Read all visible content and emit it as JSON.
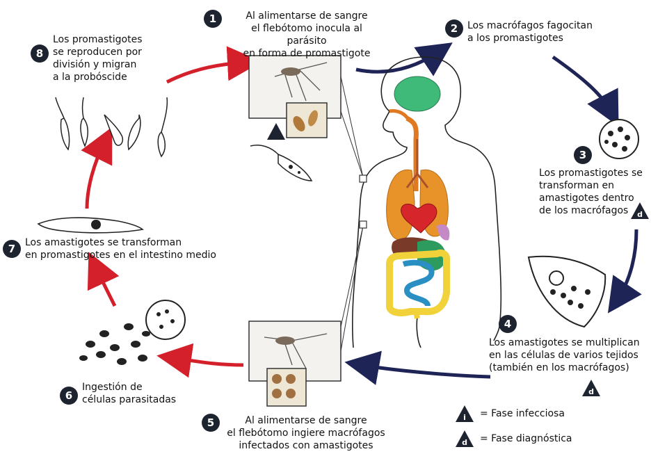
{
  "steps": [
    {
      "n": "1",
      "lines": [
        "Al alimentarse de sangre",
        "el flebótomo inocula al parásito",
        "en forma de promastigote"
      ]
    },
    {
      "n": "2",
      "lines": [
        "Los macrófagos fagocitan",
        "a los promastigotes"
      ]
    },
    {
      "n": "3",
      "lines": [
        "Los promastigotes se",
        "transforman en",
        "amastigotes dentro",
        "de los macrófagos"
      ]
    },
    {
      "n": "4",
      "lines": [
        "Los amastigotes se multiplican",
        "en las células de varios tejidos",
        "(también en los macrófagos)"
      ]
    },
    {
      "n": "5",
      "lines": [
        "Al alimentarse de sangre",
        "el flebótomo ingiere macrófagos",
        "infectados con amastigotes"
      ]
    },
    {
      "n": "6",
      "lines": [
        "Ingestión de",
        "células parasitadas"
      ]
    },
    {
      "n": "7",
      "lines": [
        "Los amastigotes se transforman",
        "en promastigotes en el intestino medio"
      ]
    },
    {
      "n": "8",
      "lines": [
        "Los promastigotes",
        "se reproducen por",
        "división y migran",
        "a la probóscide"
      ]
    }
  ],
  "legend": [
    {
      "symbol": "i",
      "label": "= Fase infecciosa"
    },
    {
      "symbol": "d",
      "label": "= Fase diagnóstica"
    }
  ],
  "colors": {
    "human_cycle_arrow": "#1f2456",
    "vector_cycle_arrow": "#d3202a",
    "number_badge": "#1d2430",
    "brain": "#3fba78",
    "lungs": "#e8932a",
    "heart": "#d6262c",
    "liver": "#7a3a2a",
    "stomach": "#2e9b5e",
    "small_intestine": "#2a8fc2",
    "large_intestine": "#f1d23a",
    "esophagus": "#e07a22"
  },
  "icons": {
    "infective_marker": "triangle-i-icon",
    "diagnostic_marker": "triangle-d-icon",
    "vector": "sandfly-icon"
  }
}
